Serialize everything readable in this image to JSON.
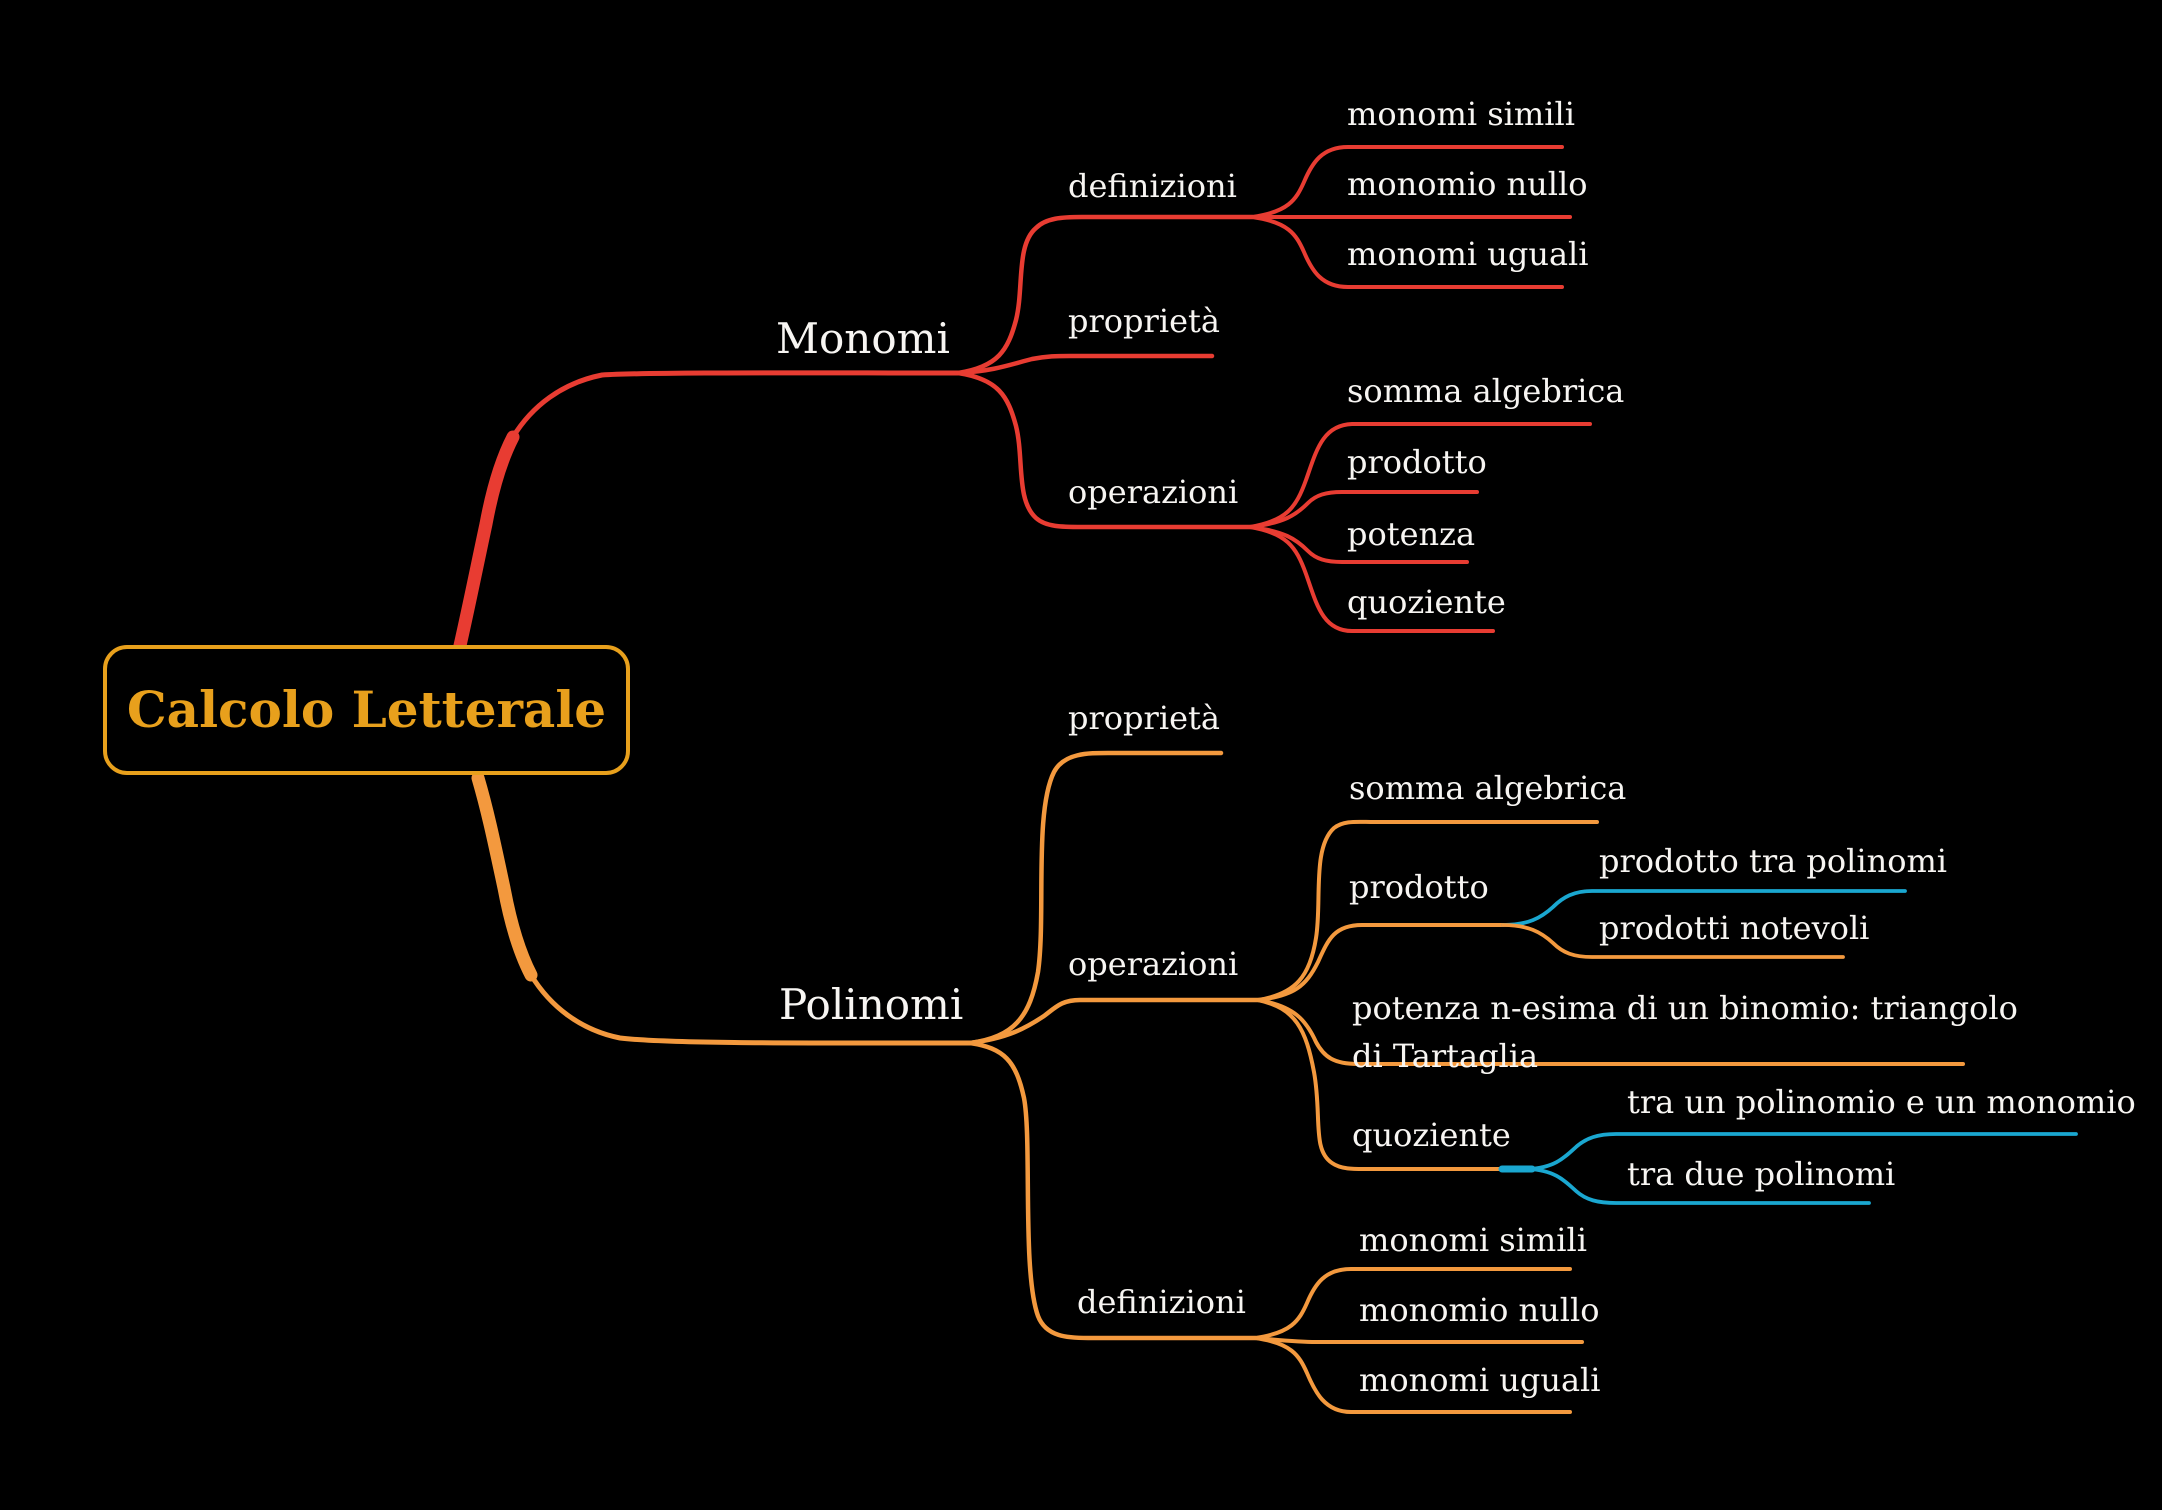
{
  "title": "Calcolo Letterale",
  "colors": {
    "background": "#000000",
    "red": "#e83c32",
    "orange": "#f3993e",
    "blue": "#1aa7d0",
    "gold": "#e8a01c",
    "text": "#f7f5f2"
  },
  "tree": {
    "branches": [
      {
        "label": "Monomi",
        "color": "red",
        "children": [
          {
            "label": "definizioni",
            "children": [
              {
                "label": "monomi simili"
              },
              {
                "label": "monomio nullo"
              },
              {
                "label": "monomi uguali"
              }
            ]
          },
          {
            "label": "proprietà"
          },
          {
            "label": "operazioni",
            "children": [
              {
                "label": "somma algebrica"
              },
              {
                "label": "prodotto"
              },
              {
                "label": "potenza"
              },
              {
                "label": "quoziente"
              }
            ]
          }
        ]
      },
      {
        "label": "Polinomi",
        "color": "orange",
        "children": [
          {
            "label": "proprietà"
          },
          {
            "label": "operazioni",
            "children": [
              {
                "label": "somma algebrica"
              },
              {
                "label": "prodotto",
                "children": [
                  {
                    "label": "prodotto tra polinomi",
                    "color": "blue"
                  },
                  {
                    "label": "prodotti notevoli",
                    "color": "orange"
                  }
                ]
              },
              {
                "label": "potenza n-esima di un binomio: triangolo di Tartaglia"
              },
              {
                "label": "quoziente",
                "children": [
                  {
                    "label": "tra un polinomio e un monomio",
                    "color": "blue"
                  },
                  {
                    "label": "tra due polinomi",
                    "color": "blue"
                  }
                ]
              }
            ]
          },
          {
            "label": "definizioni",
            "children": [
              {
                "label": "monomi simili"
              },
              {
                "label": "monomio nullo"
              },
              {
                "label": "monomi uguali"
              }
            ]
          }
        ]
      }
    ]
  }
}
